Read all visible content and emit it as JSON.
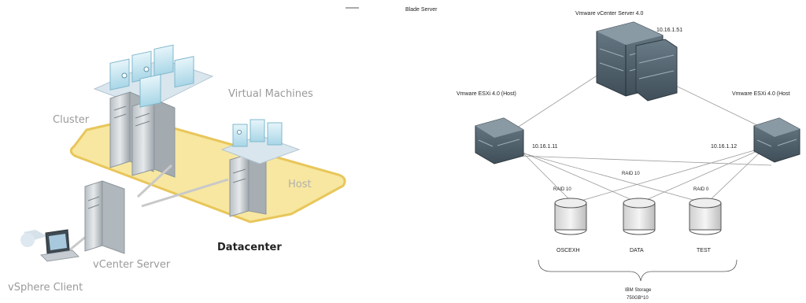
{
  "left_diagram": {
    "virtual_machines_label": "Virtual Machines",
    "cluster_label": "Cluster",
    "host_label": "Host",
    "datacenter_label": "Datacenter",
    "vcenter_server_label": "vCenter Server",
    "vsphere_client_label": "vSphere Client"
  },
  "right_diagram": {
    "blade_server_label": "Blade Server",
    "vcenter_title": "Vmware vCenter Server 4.0",
    "vcenter_ip": "10.16.1.51",
    "esxi_left_label": "Vmware ESXi 4.0 (Host)",
    "esxi_left_ip": "10.16.1.11",
    "esxi_right_label": "Vmware ESXi 4.0 (Host",
    "esxi_right_ip": "10.16.1.12",
    "raid_left": "RAID 10",
    "raid_center": "RAID 10",
    "raid_right": "RAID 0",
    "storage": [
      {
        "name": "OSCEXH"
      },
      {
        "name": "DATA"
      },
      {
        "name": "TEST"
      }
    ],
    "storage_label": "IBM Storage",
    "storage_capacity": "750GB*10"
  },
  "colors": {
    "platform_yellow": "#f7e7a0",
    "platform_edge": "#e8c65a",
    "vm_blue": "#bfe3ef",
    "server_gray": "#8f9aa2"
  }
}
